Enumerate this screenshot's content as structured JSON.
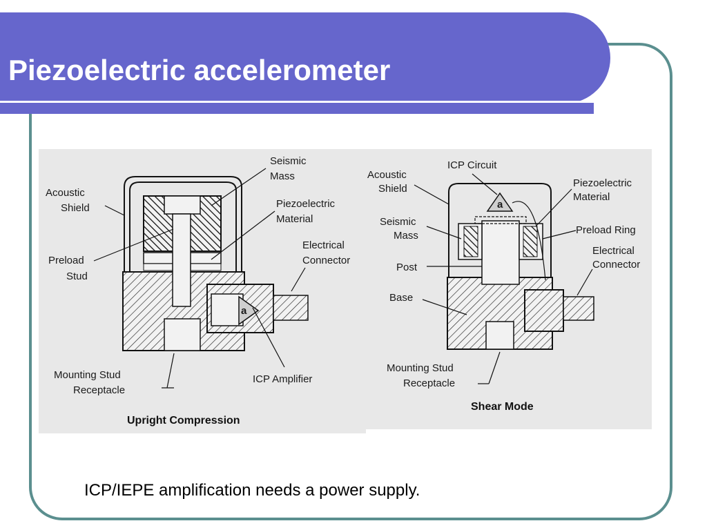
{
  "slide": {
    "title": "Piezoelectric accelerometer",
    "caption": "ICP/IEPE amplification needs a power supply."
  },
  "diagrams": {
    "upright": {
      "caption": "Upright Compression",
      "labels": {
        "seismic_mass": [
          "Seismic",
          "Mass"
        ],
        "piezo_material": [
          "Piezoelectric",
          "Material"
        ],
        "acoustic_shield": [
          "Acoustic",
          "Shield"
        ],
        "electrical_connector": [
          "Electrical",
          "Connector"
        ],
        "preload_stud": [
          "Preload",
          "Stud"
        ],
        "mounting_stud": [
          "Mounting Stud",
          "Receptacle"
        ],
        "icp_amplifier": "ICP Amplifier",
        "amp_symbol": "a"
      }
    },
    "shear": {
      "caption": "Shear Mode",
      "labels": {
        "acoustic_shield": [
          "Acoustic",
          "Shield"
        ],
        "icp_circuit": "ICP Circuit",
        "piezo_material": [
          "Piezoelectric",
          "Material"
        ],
        "seismic_mass": [
          "Seismic",
          "Mass"
        ],
        "preload_ring": "Preload Ring",
        "electrical_connector": [
          "Electrical",
          "Connector"
        ],
        "post": "Post",
        "base": "Base",
        "mounting_stud": [
          "Mounting Stud",
          "Receptacle"
        ],
        "amp_symbol": "a"
      }
    }
  }
}
